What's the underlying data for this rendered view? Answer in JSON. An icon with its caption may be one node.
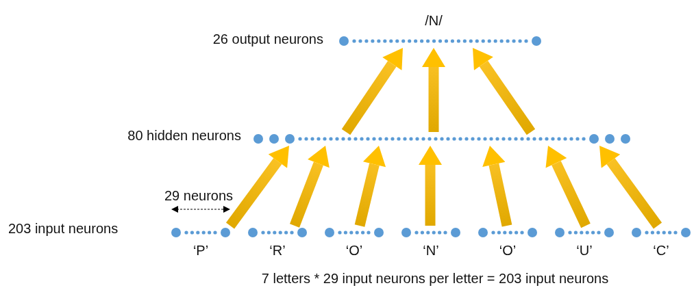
{
  "diagram": {
    "caption": "7 letters * 29 input neurons per letter = 203 input neurons",
    "nodes": [
      {
        "text": [],
        "shape": "bar",
        "beside": [
          "/N/",
          "26 output neurons"
        ]
      },
      {
        "text": [],
        "shape": "bar",
        "beside": [
          "80 hidden neurons"
        ]
      },
      {
        "text": [],
        "shape": "bar",
        "beside": [
          "‘P’"
        ]
      },
      {
        "text": [],
        "shape": "bar",
        "beside": [
          "‘R’"
        ]
      },
      {
        "text": [],
        "shape": "bar",
        "beside": [
          "‘O’"
        ]
      },
      {
        "text": [],
        "shape": "bar",
        "beside": [
          "‘N’"
        ]
      },
      {
        "text": [],
        "shape": "bar",
        "beside": [
          "‘O’"
        ]
      },
      {
        "text": [],
        "shape": "bar",
        "beside": [
          "‘U’"
        ]
      },
      {
        "text": [],
        "shape": "bar",
        "beside": [
          "‘C’"
        ]
      }
    ],
    "edges": [
      {
        "from": 2,
        "to": 1,
        "arrow": "to"
      },
      {
        "from": 3,
        "to": 1,
        "arrow": "to"
      },
      {
        "from": 4,
        "to": 1,
        "arrow": "to"
      },
      {
        "from": 5,
        "to": 1,
        "arrow": "to"
      },
      {
        "from": 6,
        "to": 1,
        "arrow": "to"
      },
      {
        "from": 7,
        "to": 1,
        "arrow": "to"
      },
      {
        "from": 8,
        "to": 1,
        "arrow": "to"
      },
      {
        "from": 1,
        "to": 0,
        "arrow": "to"
      },
      {
        "from": 1,
        "to": 0,
        "arrow": "to"
      },
      {
        "from": 1,
        "to": 0,
        "arrow": "to"
      }
    ],
    "labels": [
      "29 neurons",
      "203 input neurons"
    ]
  }
}
